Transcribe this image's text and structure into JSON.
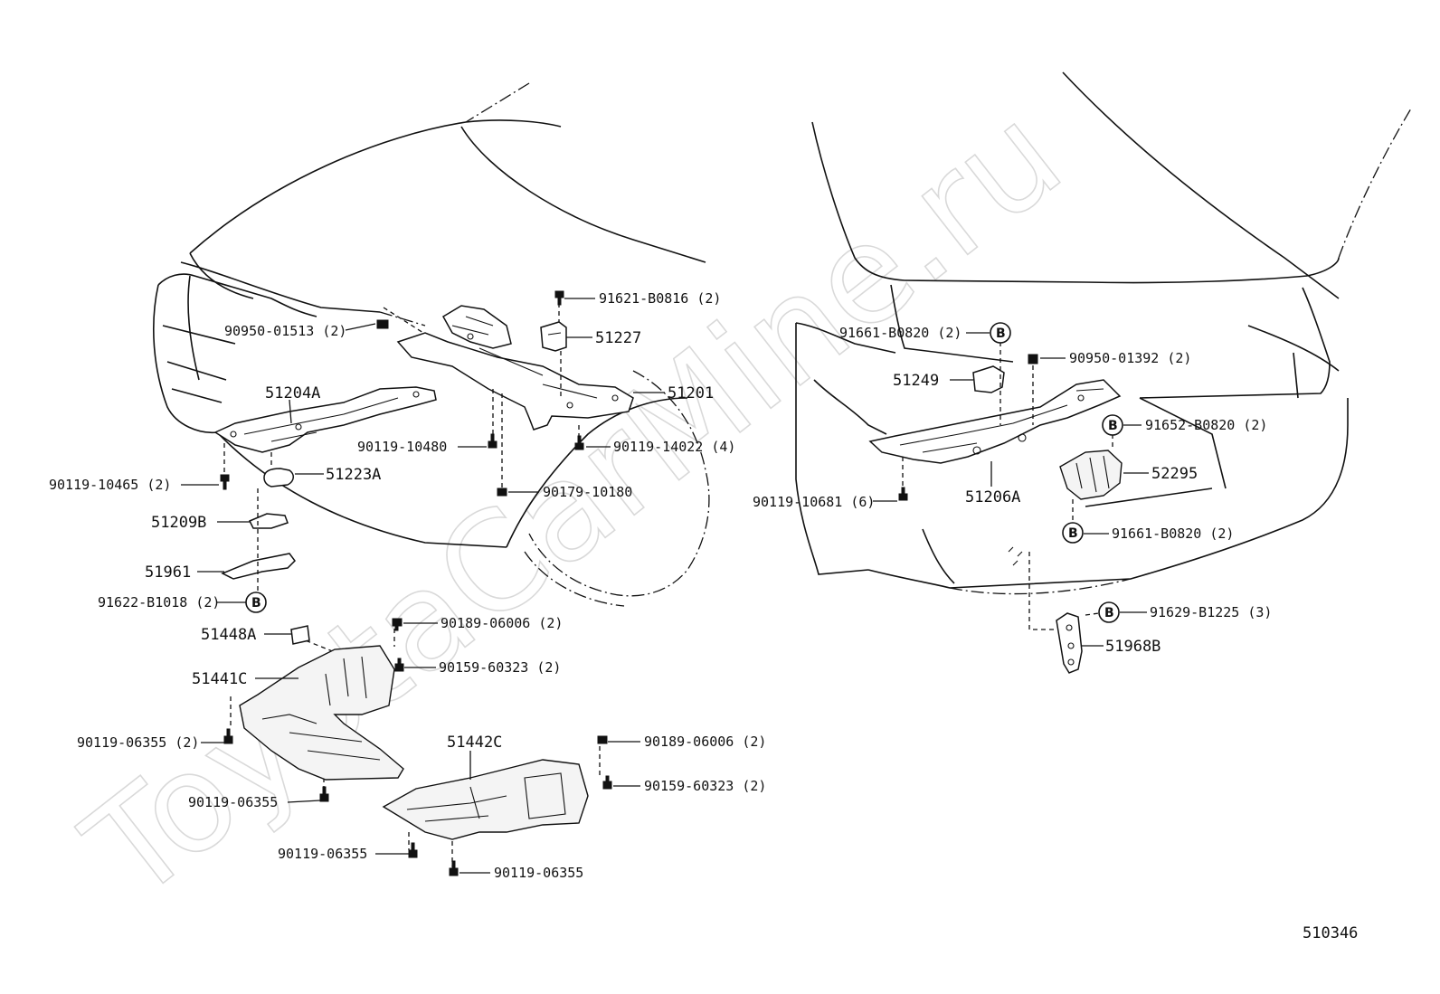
{
  "watermark": "ToyotaCarMine.ru",
  "diagram_id": "510346",
  "callout_symbol": "B",
  "labels": {
    "p91621_B0816": "91621-B0816 (2)",
    "p90950_01513": "90950-01513 (2)",
    "p51227": "51227",
    "p51204A": "51204A",
    "p51201": "51201",
    "p90119_10480": "90119-10480",
    "p90119_14022": "90119-14022 (4)",
    "p90119_10465": "90119-10465 (2)",
    "p51223A": "51223A",
    "p90179_10180": "90179-10180",
    "p51209B": "51209B",
    "p51961": "51961",
    "p91622_B1018": "91622-B1018 (2)",
    "p51448A": "51448A",
    "p90189_06006_a": "90189-06006 (2)",
    "p90159_60323_a": "90159-60323 (2)",
    "p51441C": "51441C",
    "p90119_06355_2": "90119-06355 (2)",
    "p51442C": "51442C",
    "p90189_06006_b": "90189-06006 (2)",
    "p90159_60323_b": "90159-60323 (2)",
    "p90119_06355_a": "90119-06355",
    "p90119_06355_b": "90119-06355",
    "p90119_06355_c": "90119-06355",
    "p91661_B0820_a": "91661-B0820 (2)",
    "p90950_01392": "90950-01392 (2)",
    "p51249": "51249",
    "p91652_B0820": "91652-B0820 (2)",
    "p52295": "52295",
    "p90119_10681": "90119-10681 (6)",
    "p51206A": "51206A",
    "p91661_B0820_b": "91661-B0820 (2)",
    "p91629_B1225": "91629-B1225 (3)",
    "p51968B": "51968B"
  }
}
